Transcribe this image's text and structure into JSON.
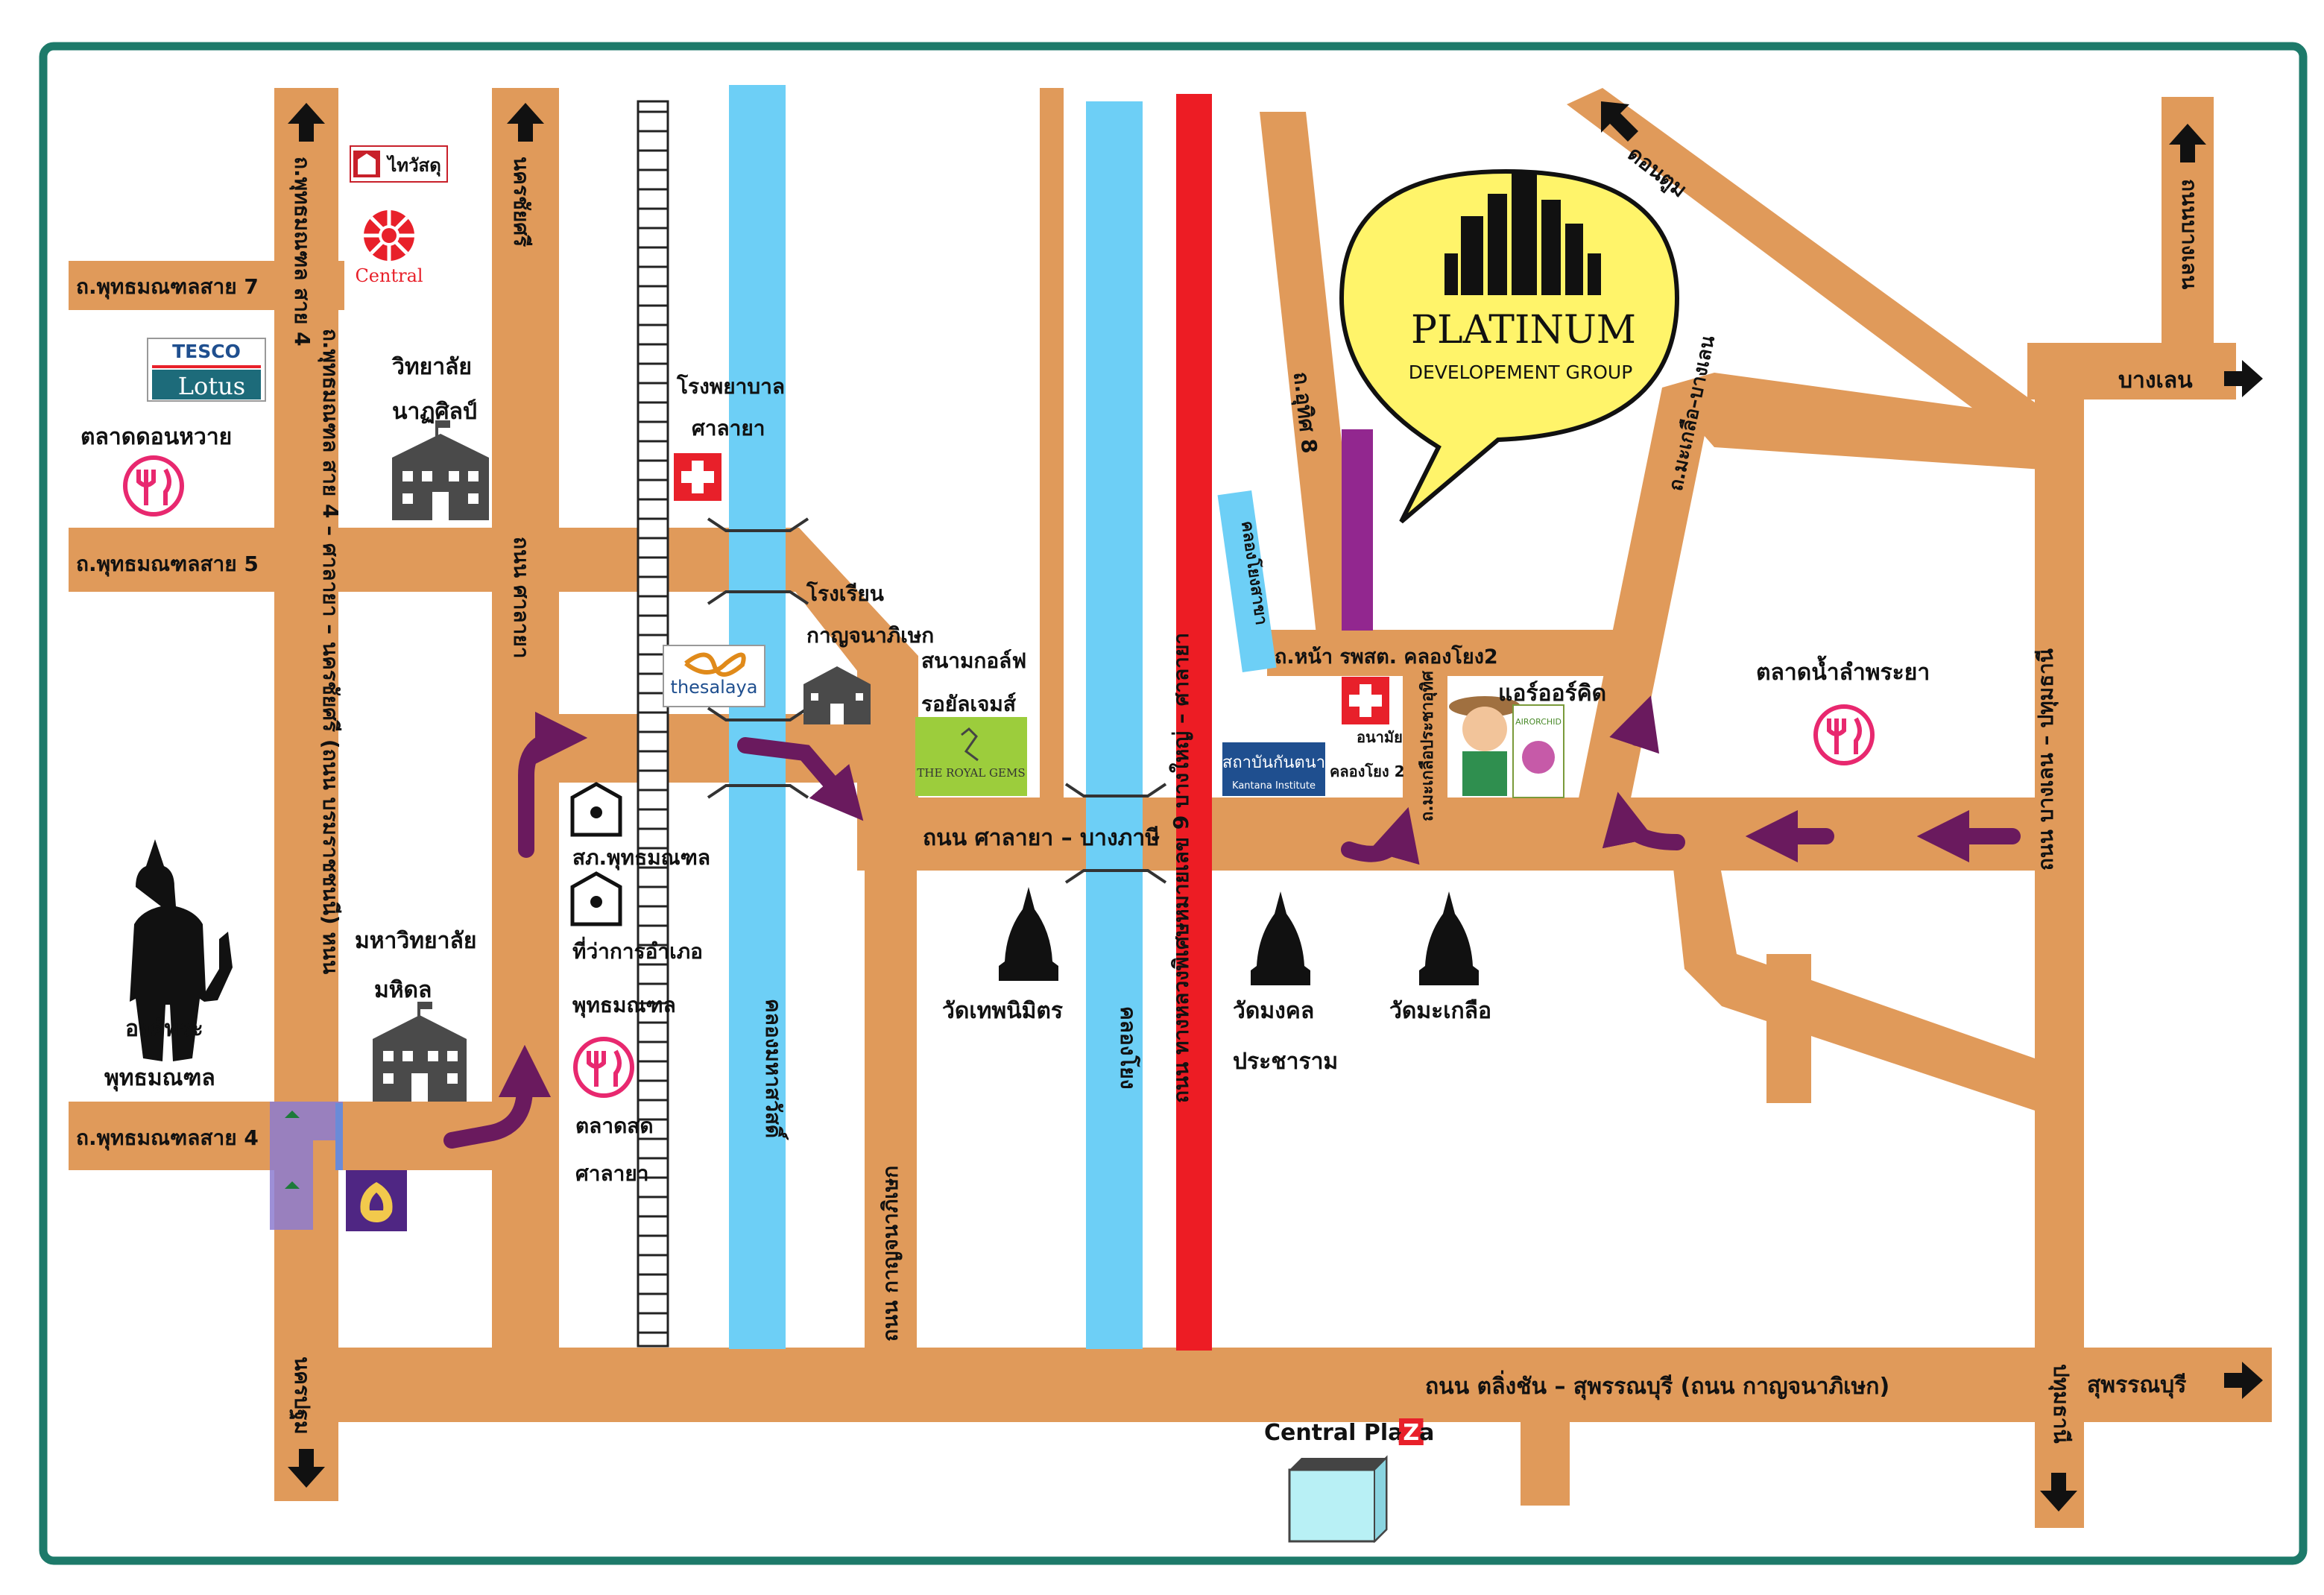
{
  "colors": {
    "frame": "#1d7a6a",
    "road": "#e09a5a",
    "canal": "#6dcff6",
    "highway": "#ed1c24",
    "arrow": "#6a1a5e",
    "parking": "#92278f",
    "bubble": "#fff46a",
    "tesco_blue": "#1f4f8f",
    "marker_pink": "#e8286f",
    "hospital_red": "#e8202a",
    "green_logo": "#9ccd3c"
  },
  "brand": {
    "name": "PLATINUM",
    "tagline": "DEVELOPEMENT GROUP"
  },
  "roads": {
    "left_vertical": "ถ.พุทธมณฑล สาย 4 – ศาลายา – นครชัยศรี (ถนน บรมราชชนนี) หนน",
    "left_top": "ถ.พุทธมณฑล สาย 4",
    "left_bottom": "นครปฐม",
    "soi7": "ถ.พุทธมณฑลสาย 7",
    "soi5": "ถ.พุทธมณฑลสาย 5",
    "soi4": "ถ.พุทธมณฑลสาย 4",
    "salaya_road_vertical": "ถนน ศาลายา",
    "salaya_top": "นครชัยศรี",
    "main_horizontal": "ถนน ศาลายา – บางภาษี",
    "bottom_road": "ถนน ตลิ่งชัน – สุพรรณบุรี (ถนน กาญจนาภิเษก)",
    "bottom_right": "สุพรรณบุรี",
    "kanchana_vertical": "ถนน กาญจนาภิเษก",
    "highway_vertical": "ถนน ทางหลวงพิเศษหมายเลข 9 บางใหญ่ – ศาลายา",
    "rpst_road": "ถ.หน้า รพสต. คลองโยง2",
    "soi8": "ถ.อุทิศ 8",
    "top_right_road": "ดอนตูม",
    "bang_len": "บางเลน",
    "right_vertical": "ถนน บางเลน – ปทุมธานี",
    "right_top": "ถนนบางเลน",
    "right_bottom": "ปทุมธานี",
    "diagonal_right": "ถ.มะเกลือ–บางเลน",
    "maklue_vertical": "ถ.มะเกลือประชาอุทิศ"
  },
  "canals": {
    "mahasawat": "คลองมหาสวัสดิ์",
    "khlong_yong": "คลองโยง",
    "khlong_yong_small": "คลองโยงสาขา"
  },
  "places": {
    "thaiwatsadu": "ไทวัสดุ",
    "central": "Central",
    "tesco_top": "TESCO",
    "tesco_bottom": "Lotus",
    "market_donwai": "ตลาดดอนหวาย",
    "college_line1": "วิทยาลัย",
    "college_line2": "นาฏศิลป์",
    "hospital_line1": "โรงพยาบาล",
    "hospital_line2": "ศาลายา",
    "thesalaya": "thesalaya",
    "school_line1": "โรงเรียน",
    "school_line2": "กาญจนาภิเษก",
    "golf_line1": "สนามกอล์ฟ",
    "golf_line2": "รอยัลเจมส์",
    "royal_gems": "THE ROYAL GEMS",
    "police": "สภ.พุทธมณฑล",
    "district_line1": "ที่ว่าการอำเภอ",
    "district_line2": "พุทธมณฑล",
    "fresh_market_line1": "ตลาดสด",
    "fresh_market_line2": "ศาลายา",
    "mahidol_line1": "มหาวิทยาลัย",
    "mahidol_line2": "มหิดล",
    "buddha_line1": "องค์พระ",
    "buddha_line2": "พุทธมณฑล",
    "wat_thep": "วัดเทพนิมิตร",
    "wat_mongkol_line1": "วัดมงคล",
    "wat_mongkol_line2": "ประชาราม",
    "wat_maklue": "วัดมะเกลือ",
    "health_center": "อนามัย",
    "kantana_line1": "สถาบันกันตนา",
    "kantana_line2": "Kantana Institute",
    "khlong_yong_2": "คลองโยง 2",
    "air_orchid": "แอร์ออร์คิด",
    "orchid_logo": "AIRORCHID",
    "lampraya_market": "ตลาดน้ำลำพระยา",
    "central_plaza_a": "Central Pla",
    "central_plaza_z": "Z",
    "central_plaza_b": "a"
  }
}
